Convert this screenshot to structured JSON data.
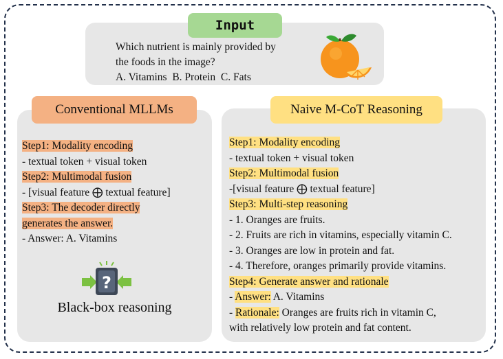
{
  "input": {
    "title": "Input",
    "question_line1": "Which nutrient is mainly provided by",
    "question_line2": "the foods in the image?",
    "options": "A. Vitamins  B. Protein  C. Fats"
  },
  "conventional": {
    "title": "Conventional MLLMs",
    "step1": "Step1: Modality encoding",
    "step1_detail": "- textual token + visual token",
    "step2": "Step2: Multimodal fusion",
    "step2_detail": "- [visual feature ⨁ textual feature]",
    "step3_line1": "Step3: The decoder directly",
    "step3_line2": "generates the answer.",
    "answer": "- Answer: A. Vitamins",
    "icon_label": "Black-box reasoning"
  },
  "mcot": {
    "title": "Naive M-CoT Reasoning",
    "step1": "Step1: Modality encoding",
    "step1_detail": "- textual token + visual token",
    "step2": "Step2: Multimodal fusion",
    "step2_detail": "-[visual feature ⨁ textual feature]",
    "step3": "Step3: Multi-step reasoning",
    "reason1": "- 1. Oranges are fruits.",
    "reason2": "- 2. Fruits are rich in vitamins, especially vitamin C.",
    "reason3": "- 3. Oranges are low in protein and fat.",
    "reason4": "- 4. Therefore, oranges primarily provide vitamins.",
    "step4": "Step4: Generate answer and rationale",
    "answer_prefix": "- ",
    "answer_label": "Answer:",
    "answer_value": " A. Vitamins",
    "rationale_prefix": "- ",
    "rationale_label": "Rationale:",
    "rationale_value": " Oranges are fruits rich in vitamin C,",
    "rationale_line2": "with relatively low protein and fat content."
  },
  "colors": {
    "input_title": "#a6d893",
    "conventional_highlight": "#f4b183",
    "mcot_highlight": "#ffe082",
    "panel_bg": "#e7e7e7",
    "frame": "#22304a"
  },
  "icons": [
    "orange-fruit-icon",
    "black-box-question-icon"
  ]
}
